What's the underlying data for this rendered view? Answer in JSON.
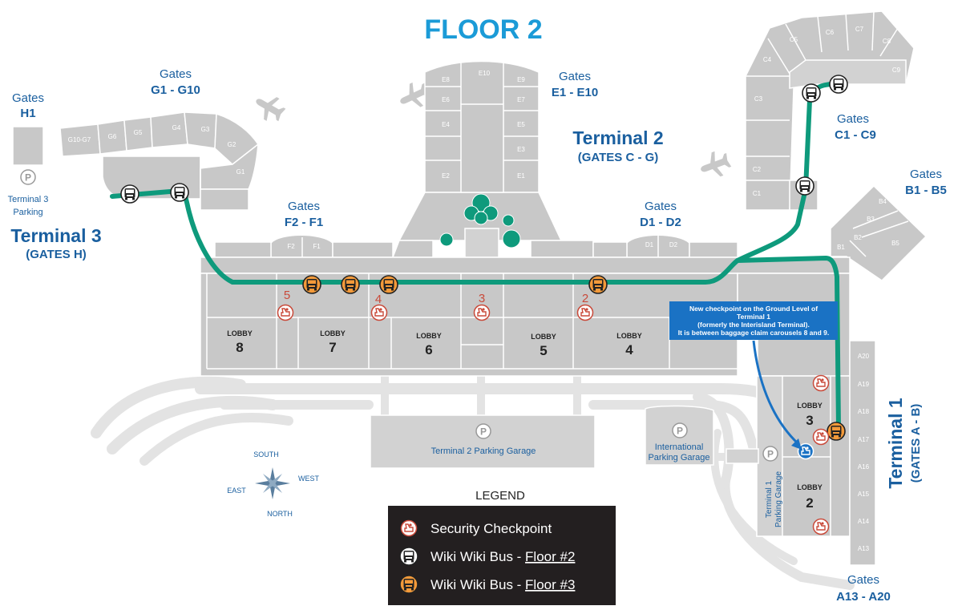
{
  "title": "FLOOR 2",
  "terminals": {
    "t1": {
      "name": "Terminal 1",
      "sub": "(GATES A - B)"
    },
    "t2": {
      "name": "Terminal 2",
      "sub": "(GATES C - G)"
    },
    "t3": {
      "name": "Terminal 3",
      "sub": "(GATES H)"
    }
  },
  "gate_groups": {
    "h": {
      "label": "Gates",
      "range": "H1"
    },
    "g": {
      "label": "Gates",
      "range": "G1 - G10"
    },
    "f": {
      "label": "Gates",
      "range": "F2 - F1"
    },
    "e": {
      "label": "Gates",
      "range": "E1 - E10"
    },
    "d": {
      "label": "Gates",
      "range": "D1 - D2"
    },
    "c": {
      "label": "Gates",
      "range": "C1 - C9"
    },
    "b": {
      "label": "Gates",
      "range": "B1 - B5"
    },
    "a": {
      "label": "Gates",
      "range": "A13 - A20"
    }
  },
  "gates": {
    "g": [
      "G10-G7",
      "G6",
      "G5",
      "G4",
      "G3",
      "G2",
      "G1"
    ],
    "f": [
      "F2",
      "F1"
    ],
    "e_left": [
      "E8",
      "E6",
      "E4",
      "E2"
    ],
    "e_top": "E10",
    "e_right": [
      "E9",
      "E7",
      "E5",
      "E3",
      "E1"
    ],
    "d": [
      "D1",
      "D2"
    ],
    "c_top": [
      "C5",
      "C6",
      "C7",
      "C8",
      "C9",
      "C4"
    ],
    "c_left": [
      "C3",
      "C2",
      "C1"
    ],
    "b": [
      "B4",
      "B3",
      "B2",
      "B5",
      "B1"
    ],
    "a": [
      "A20",
      "A19",
      "A18",
      "A17",
      "A16",
      "A15",
      "A14",
      "A13"
    ]
  },
  "lobbies": [
    {
      "label": "LOBBY",
      "number": "8"
    },
    {
      "label": "LOBBY",
      "number": "7"
    },
    {
      "label": "LOBBY",
      "number": "6"
    },
    {
      "label": "LOBBY",
      "number": "5"
    },
    {
      "label": "LOBBY",
      "number": "4"
    },
    {
      "label": "LOBBY",
      "number": "3"
    },
    {
      "label": "LOBBY",
      "number": "2"
    }
  ],
  "checkpoint_numbers": [
    "5",
    "4",
    "3",
    "2"
  ],
  "parking": {
    "t3": "Terminal 3 Parking",
    "t3_line1": "Terminal 3",
    "t3_line2": "Parking",
    "t2": "Terminal 2 Parking Garage",
    "intl_line1": "International",
    "intl_line2": "Parking Garage",
    "t1_line1": "Terminal 1",
    "t1_line2": "Parking Garage",
    "symbol": "P"
  },
  "callout": {
    "line1_pre": "New checkpoint on the ",
    "line1_bold": "Ground Level",
    "line1_post": " of",
    "line2": "Terminal 1",
    "line3": "(formerly the Interisland Terminal).",
    "line4": "It is between baggage claim carousels 8 and 9."
  },
  "compass": {
    "south": "SOUTH",
    "west": "WEST",
    "east": "EAST",
    "north": "NORTH"
  },
  "legend": {
    "title": "LEGEND",
    "security": "Security Checkpoint",
    "bus2_prefix": "Wiki Wiki Bus - ",
    "bus2_link": "Floor #2",
    "bus3_prefix": "Wiki Wiki Bus - ",
    "bus3_link": "Floor #3"
  },
  "colors": {
    "title": "#1b9bd7",
    "blue_text": "#1a5f9f",
    "building": "#c8c8c8",
    "route": "#0e9a7c",
    "bus_floor3": "#f39a3a",
    "checkpoint": "#c94a3a",
    "callout_bg": "#1a72c4",
    "legend_bg": "#231f20"
  },
  "icons": [
    "airplane-icon",
    "bus-icon",
    "security-checkpoint-icon",
    "parking-icon",
    "compass-rose-icon",
    "tree-icon"
  ]
}
